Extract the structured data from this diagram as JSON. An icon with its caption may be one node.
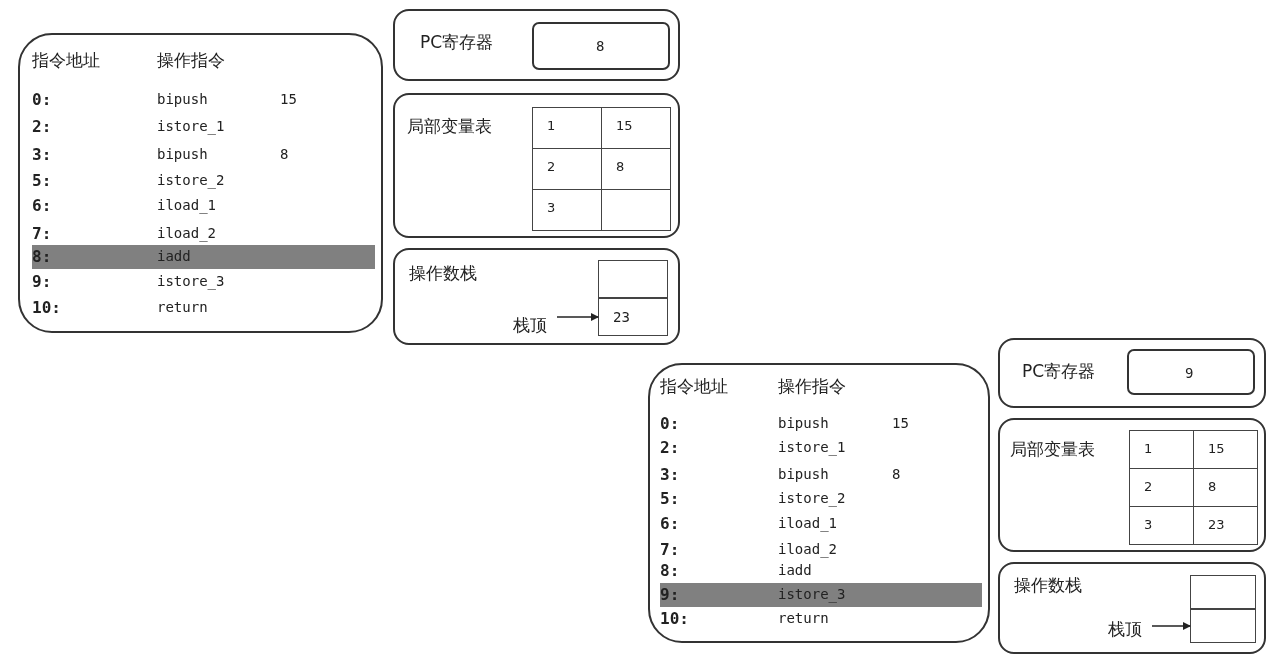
{
  "diagram": {
    "nodes": [
      {
        "text": [
          "指令地址",
          "操作指令"
        ]
      },
      {
        "text": [
          "8:",
          "iadd"
        ],
        "in": 0
      },
      {
        "text": [
          "PC寄存器"
        ]
      },
      {
        "text": [
          "8"
        ],
        "in": 2
      },
      {
        "text": [
          "局部变量表"
        ]
      },
      {
        "text": [
          "操作数栈"
        ]
      },
      {
        "text": [],
        "shape": "box",
        "in": 5
      },
      {
        "text": [
          "23"
        ],
        "in": 5
      },
      {
        "text": [
          "栈顶"
        ],
        "in": 5
      },
      {
        "text": [
          "指令地址",
          "操作指令"
        ]
      },
      {
        "text": [
          "9:",
          "istore_3"
        ],
        "in": 9
      },
      {
        "text": [
          "PC寄存器"
        ]
      },
      {
        "text": [
          "9"
        ],
        "in": 11
      },
      {
        "text": [
          "局部变量表"
        ]
      },
      {
        "text": [
          "操作数栈"
        ]
      },
      {
        "text": [],
        "shape": "box",
        "in": 14
      },
      {
        "text": [],
        "shape": "box",
        "in": 14
      },
      {
        "text": [
          "栈顶"
        ],
        "in": 14
      }
    ],
    "edges": [
      {
        "from": 8,
        "to": 7,
        "arrow": "to"
      },
      {
        "from": 17,
        "to": 16,
        "arrow": "to"
      }
    ],
    "labels": [
      "0:",
      "bipush",
      "15",
      "2:",
      "istore_1",
      "3:",
      "bipush",
      "8",
      "5:",
      "istore_2",
      "6:",
      "iload_1",
      "7:",
      "iload_2",
      "9:",
      "istore_3",
      "10:",
      "return",
      "1",
      "15",
      "2",
      "8",
      "3",
      "0:",
      "bipush",
      "15",
      "2:",
      "istore_1",
      "3:",
      "bipush",
      "8",
      "5:",
      "istore_2",
      "6:",
      "iload_1",
      "7:",
      "iload_2",
      "8:",
      "iadd",
      "10:",
      "return",
      "1",
      "15",
      "2",
      "8",
      "3",
      "23"
    ]
  }
}
